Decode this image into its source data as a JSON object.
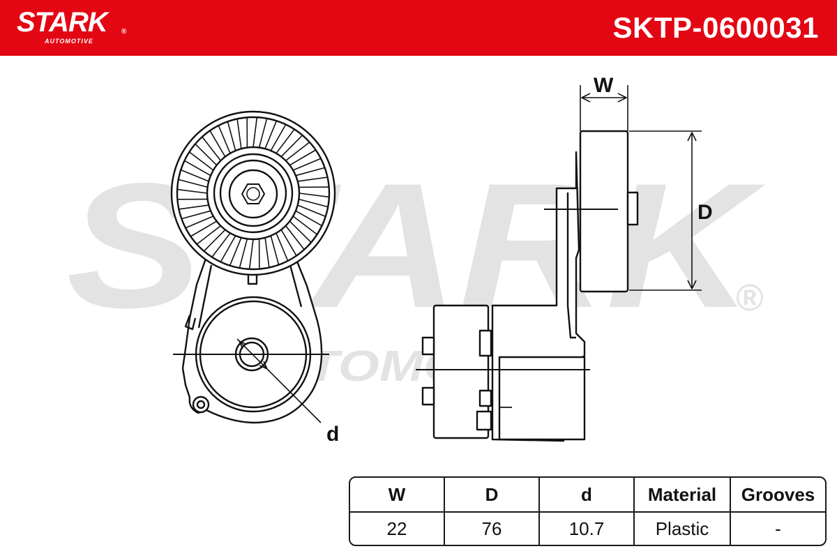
{
  "header": {
    "brand_name": "STARK",
    "brand_mark": "®",
    "brand_sub": "AUTOMOTIVE",
    "part_number": "SKTP-0600031",
    "background_color": "#e30613"
  },
  "watermark": {
    "text": "STARK",
    "sub": "AUTOMOTIVE",
    "mark": "®",
    "color": "#e3e3e3"
  },
  "drawing": {
    "labels": {
      "width": "W",
      "diameter": "D",
      "bore": "d"
    }
  },
  "spec_table": {
    "headers": [
      "W",
      "D",
      "d",
      "Material",
      "Grooves"
    ],
    "values": [
      "22",
      "76",
      "10.7",
      "Plastic",
      "-"
    ]
  }
}
